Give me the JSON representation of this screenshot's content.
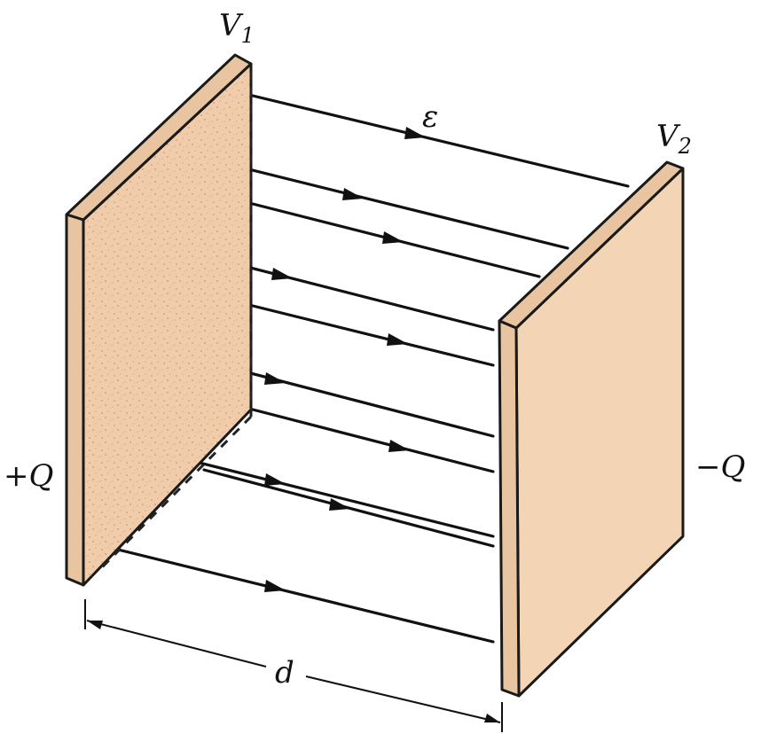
{
  "labels": {
    "v1": "V",
    "v1_sub": "1",
    "v2": "V",
    "v2_sub": "2",
    "field": "ε",
    "plus_q": "+Q",
    "minus_q": "−Q",
    "distance": "d"
  },
  "colors": {
    "plate": "#f3d5b5",
    "plate_edge": "#e8c5a0",
    "ink": "#111111"
  }
}
